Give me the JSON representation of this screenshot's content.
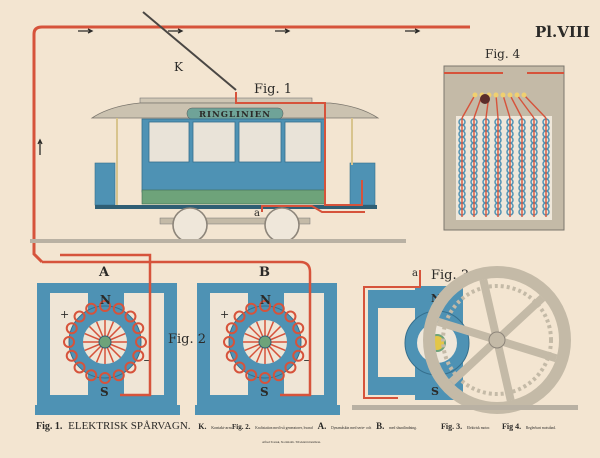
{
  "plate_number": "Pl.VIII",
  "figures": {
    "fig1": {
      "label": "Fig. 1",
      "sign": "RINGLINIEN",
      "contact_arm_letter": "K",
      "point_letter": "a"
    },
    "fig2": {
      "label": "Fig. 2",
      "generator_a": "A",
      "generator_b": "B",
      "north": "N",
      "south": "S",
      "plus": "+",
      "minus": "−"
    },
    "fig3": {
      "label": "Fig. 3",
      "point_letter": "a",
      "north": "N",
      "south": "S"
    },
    "fig4": {
      "label": "Fig. 4"
    }
  },
  "caption": {
    "fig1_ref": "Fig. 1.",
    "fig1_title": "ELEKTRISK SPÅRVAGN.",
    "k_ref": "K.",
    "k_text": "Kontakt-arm.",
    "fig2_ref": "Fig. 2.",
    "fig2_text": "Kraftstation med två generatorer, hvaraf",
    "a_ref": "A.",
    "a_text": "Dynamåskin med serie- och",
    "b_ref": "B.",
    "b_text": "med shuntlindning.",
    "fig3_ref": "Fig. 3.",
    "fig3_text": "Elektrisk motor.",
    "fig4_ref": "Fig 4.",
    "fig4_text": "Reglerbart motstånd.",
    "printer_line": "Alfred Svensk, Stockholm. Till elektricitetsläran."
  },
  "colors": {
    "paper": "#f3e5d1",
    "blue": "#4e92b4",
    "red": "#d6533b",
    "gray": "#c4baa7",
    "green": "#6ea37a",
    "ink": "#2b2a28"
  }
}
